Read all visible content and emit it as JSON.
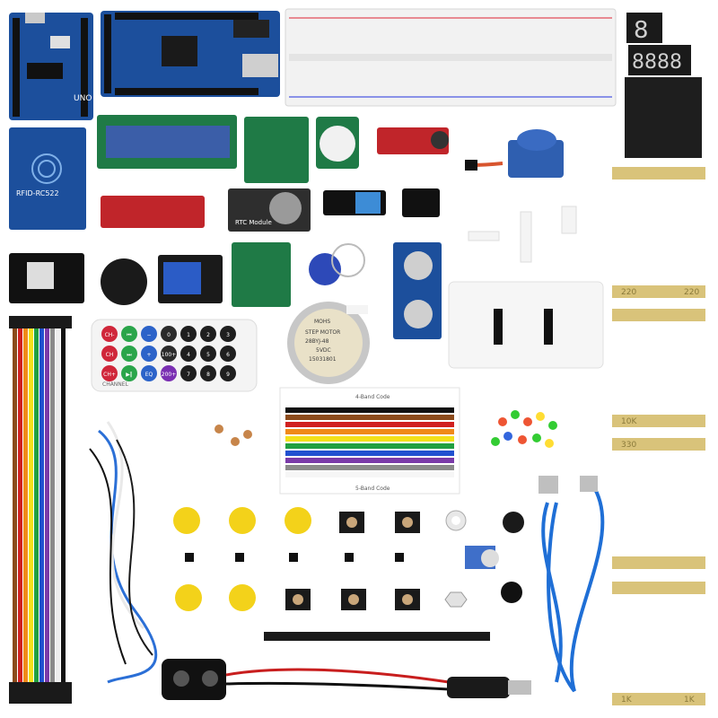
{
  "labels": {
    "uno": "UNO",
    "rfid": "RFID-RC522",
    "motor_l1": "STEP MOTOR",
    "motor_l2": "28BYJ-48",
    "motor_l3": "5VDC",
    "motor_l4": "15031801",
    "motor_brand": "MOHS",
    "rtc": "RTC Module",
    "channel": "CHANNEL",
    "res_tape_a": "220",
    "res_tape_b": "220",
    "res_tape_c": "10K",
    "res_tape_d": "330",
    "res_tape_e": "1K",
    "res_tape_f": "1K",
    "card_top": "4-Band Code",
    "card_bottom": "5-Band Code"
  },
  "remote_keys": [
    "CH-",
    "CH",
    "CH+",
    "⏮",
    "⏭",
    "▶‖",
    "−",
    "+",
    "EQ",
    "0",
    "100+",
    "200+",
    "1",
    "2",
    "3",
    "4",
    "5",
    "6",
    "7",
    "8",
    "9"
  ],
  "colors": {
    "pcb_blue": "#1c4f9c",
    "pcb_red": "#c0252a",
    "pcb_green": "#1f7a46",
    "cable_blue": "#1f6fd6",
    "key_yellow": "#f3d21a",
    "tape": "#d9c37a"
  }
}
